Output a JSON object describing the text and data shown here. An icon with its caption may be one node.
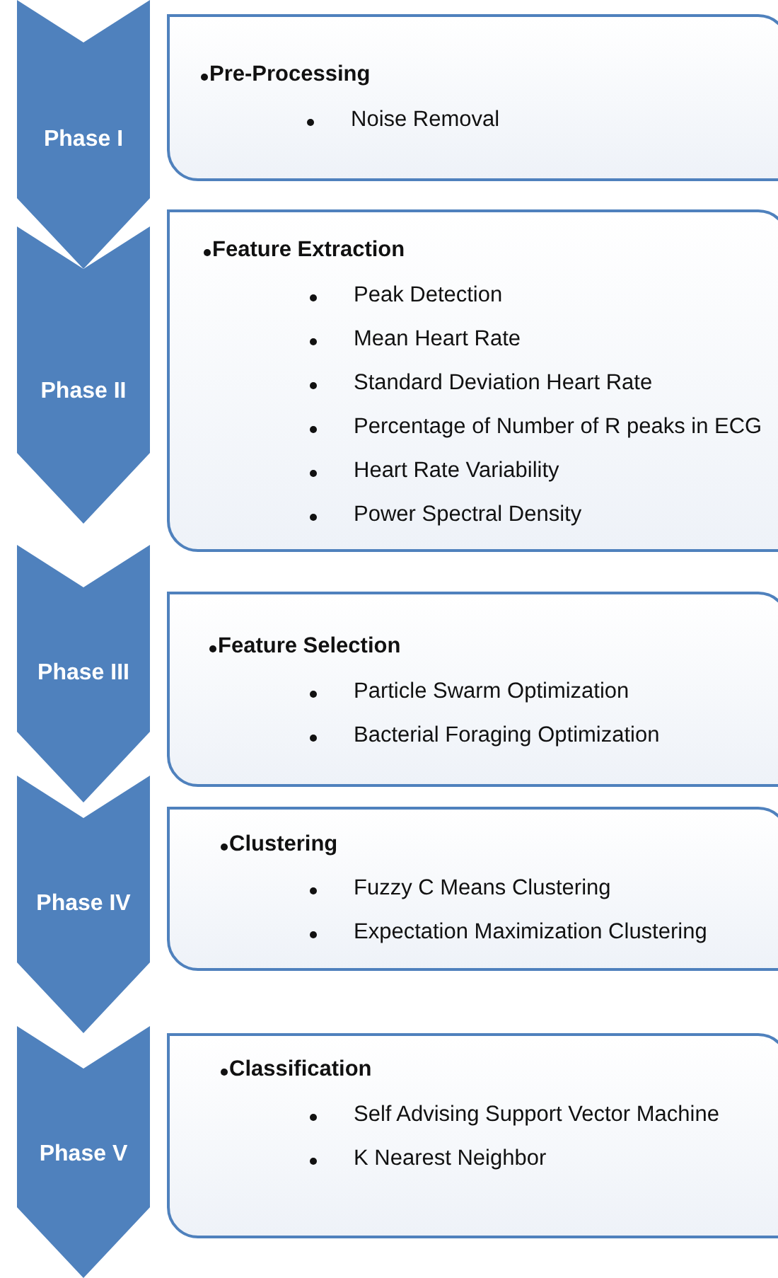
{
  "diagram": {
    "nodes": [
      {
        "text": [
          "Phase I"
        ]
      },
      {
        "text": [
          "Pre-Processing",
          "Noise Removal"
        ]
      },
      {
        "text": [
          "Phase II"
        ]
      },
      {
        "text": [
          "Feature Extraction",
          "Peak Detection",
          "Mean Heart Rate",
          "Standard Deviation Heart Rate",
          "Percentage of Number of R peaks in ECG",
          "Heart Rate Variability",
          "Power Spectral Density"
        ]
      },
      {
        "text": [
          "Phase III"
        ]
      },
      {
        "text": [
          "Feature Selection",
          "Particle Swarm Optimization",
          "Bacterial Foraging Optimization"
        ]
      },
      {
        "text": [
          "Phase IV"
        ]
      },
      {
        "text": [
          "Clustering",
          "Fuzzy C Means Clustering",
          "Expectation Maximization Clustering"
        ]
      },
      {
        "text": [
          "Phase V"
        ]
      },
      {
        "text": [
          "Classification",
          "Self Advising Support Vector Machine",
          "K Nearest Neighbor"
        ]
      }
    ]
  }
}
